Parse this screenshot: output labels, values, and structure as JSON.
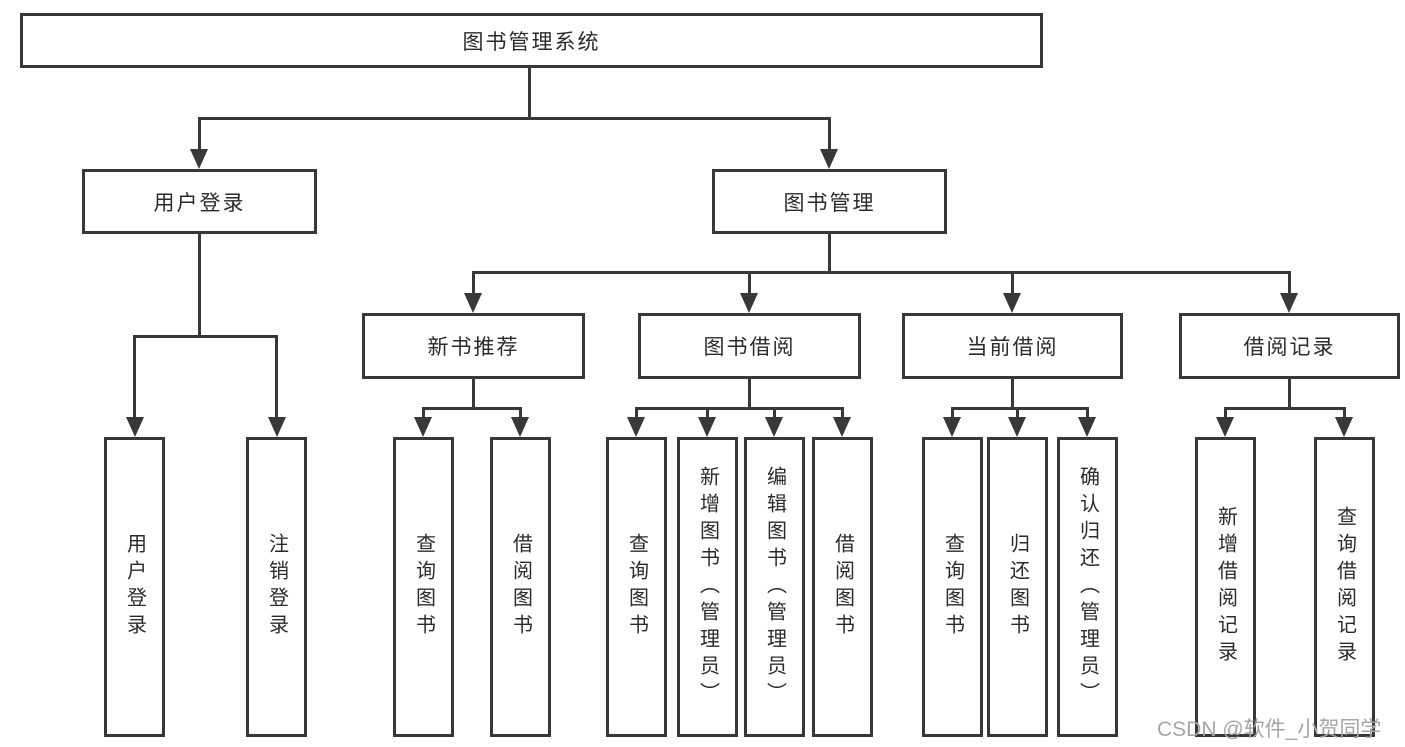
{
  "nodes": {
    "root": "图书管理系统",
    "user_login": "用户登录",
    "book_mgmt": "图书管理",
    "user_login_children": [
      "用户登录",
      "注销登录"
    ],
    "modules": [
      "新书推荐",
      "图书借阅",
      "当前借阅",
      "借阅记录"
    ],
    "new_book_children": [
      "查询图书",
      "借阅图书"
    ],
    "borrow_children": [
      "查询图书",
      "新增图书（管理员）",
      "编辑图书（管理员）",
      "借阅图书"
    ],
    "current_children": [
      "查询图书",
      "归还图书",
      "确认归还（管理员）"
    ],
    "record_children": [
      "新增借阅记录",
      "查询借阅记录"
    ]
  },
  "watermark": "CSDN @软件_小贺同学",
  "colors": {
    "line": "#383838",
    "text": "#2b2b2b",
    "background": "#ffffff",
    "watermark": "#a6a6a6"
  }
}
